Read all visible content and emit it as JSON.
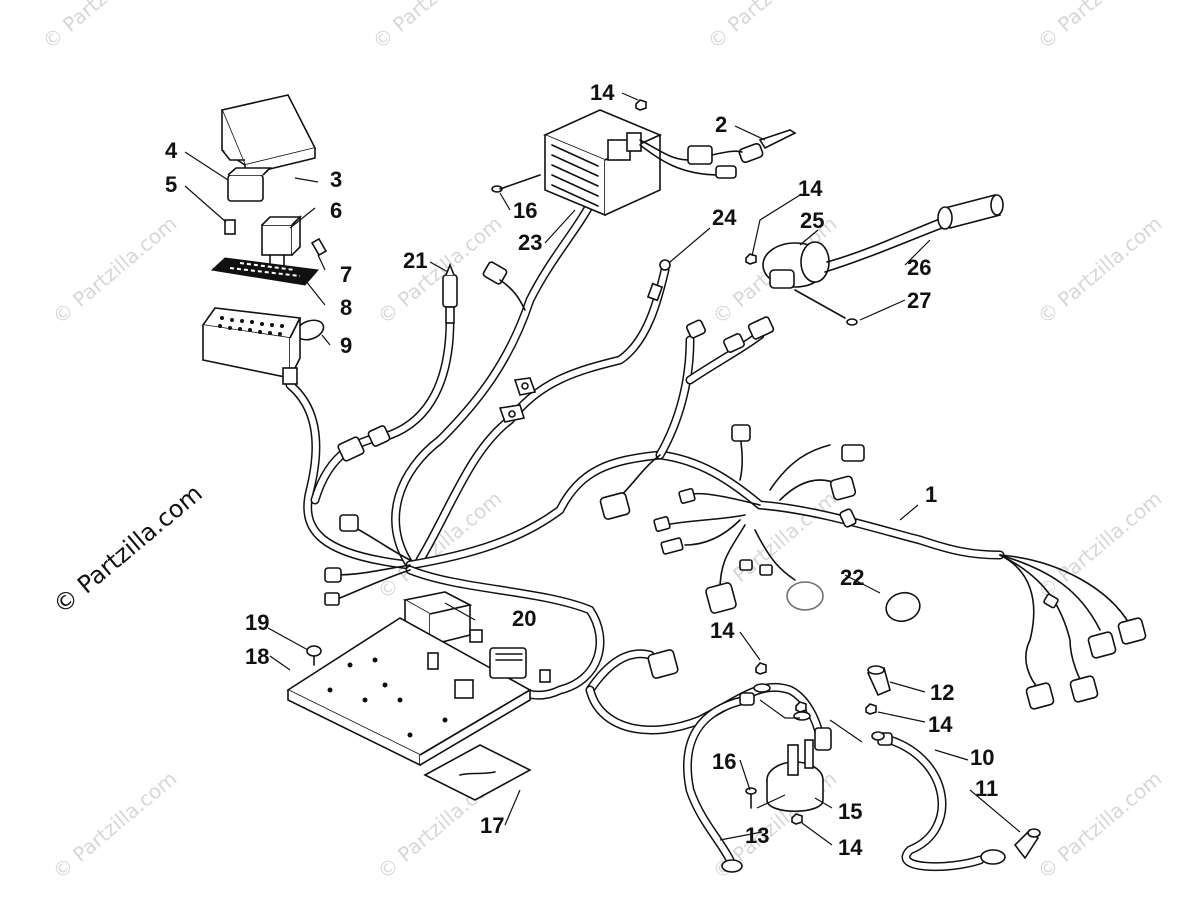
{
  "watermark": {
    "text": "© Partzilla.com",
    "brand_text": "© Partzilla.com"
  },
  "callouts": [
    "1",
    "2",
    "3",
    "4",
    "5",
    "6",
    "7",
    "8",
    "9",
    "10",
    "11",
    "12",
    "13",
    "14",
    "14",
    "14",
    "14",
    "14",
    "14",
    "15",
    "16",
    "16",
    "17",
    "18",
    "19",
    "20",
    "21",
    "22",
    "23",
    "24",
    "25",
    "26",
    "27"
  ],
  "colors": {
    "ink": "#111111",
    "watermark": "#d7d7d7",
    "background": "#ffffff"
  }
}
